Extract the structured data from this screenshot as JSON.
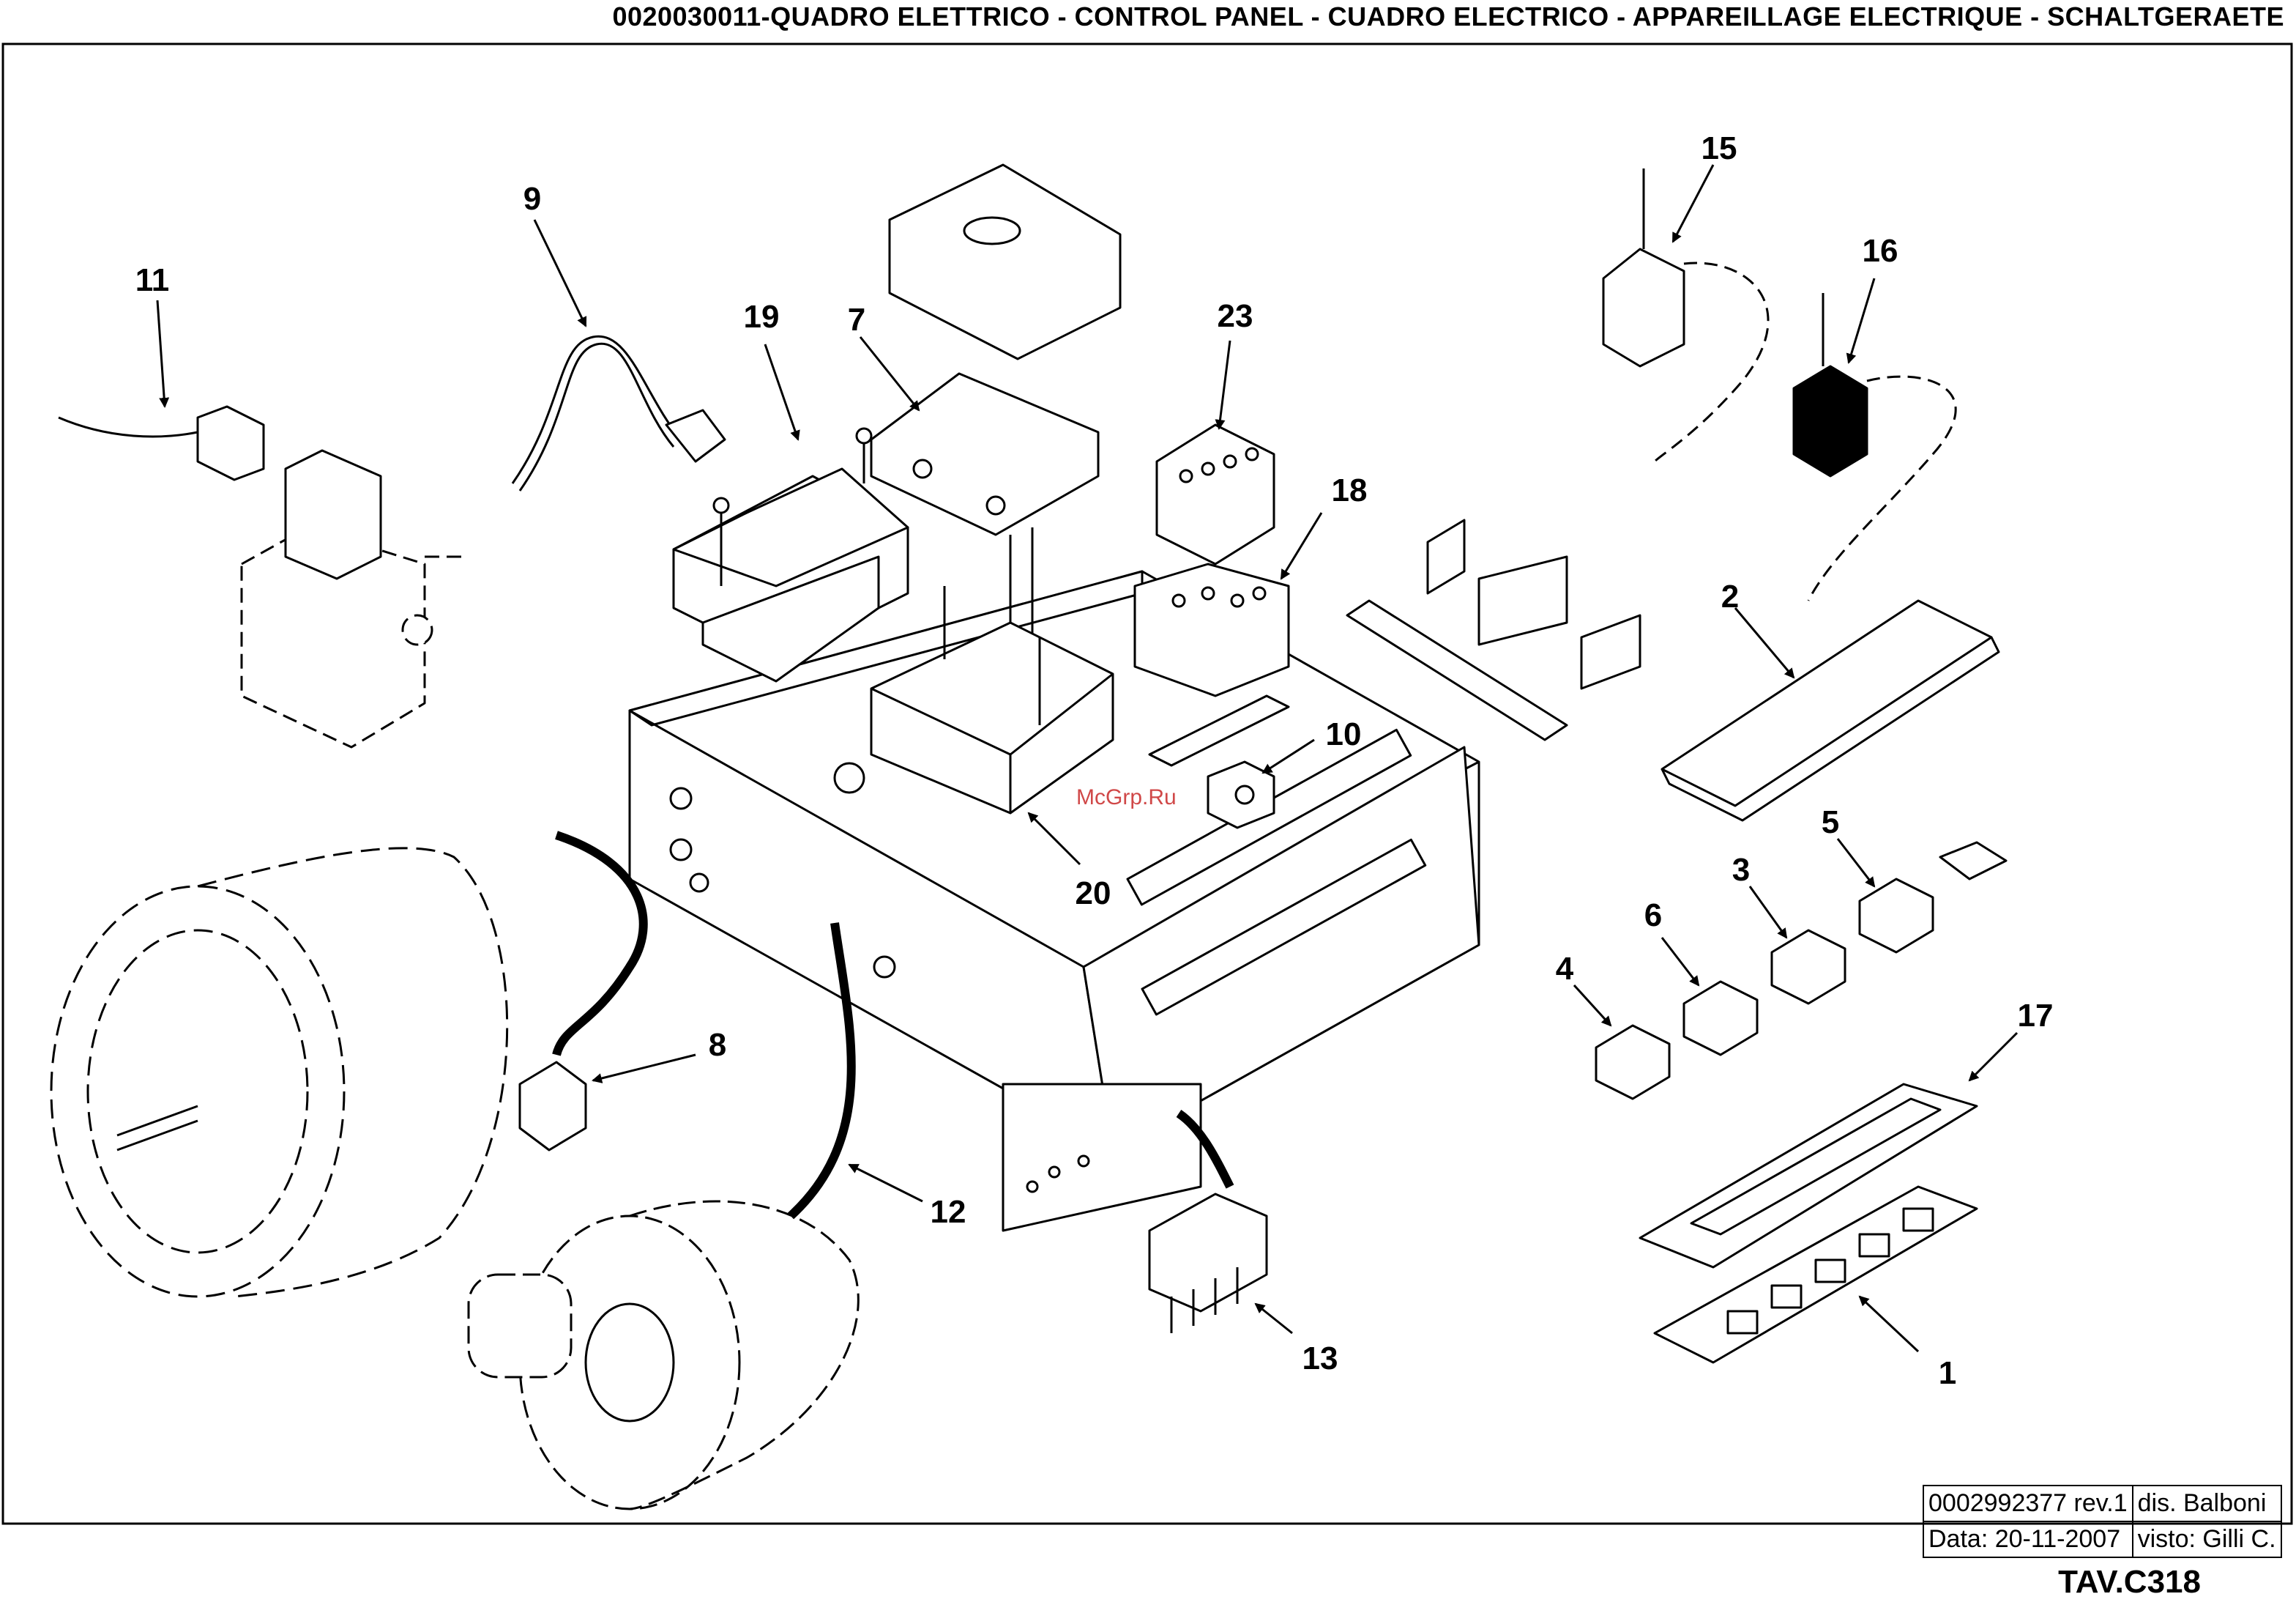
{
  "header": {
    "title": "0020030011-QUADRO ELETTRICO - CONTROL PANEL - CUADRO ELECTRICO - APPAREILLAGE ELECTRIQUE - SCHALTGERAETE"
  },
  "callouts": {
    "c1": "1",
    "c2": "2",
    "c3": "3",
    "c4": "4",
    "c5": "5",
    "c6": "6",
    "c7": "7",
    "c8": "8",
    "c9": "9",
    "c10": "10",
    "c11": "11",
    "c12": "12",
    "c13": "13",
    "c15": "15",
    "c16": "16",
    "c17": "17",
    "c18": "18",
    "c19": "19",
    "c20": "20",
    "c23": "23"
  },
  "watermark": "McGrp.Ru",
  "title_block": {
    "code": "0002992377 rev.1",
    "drawn": "dis. Balboni",
    "date": "Data: 20-11-2007",
    "checked": "visto: Gilli C."
  },
  "sheet_code": "TAV.C318"
}
